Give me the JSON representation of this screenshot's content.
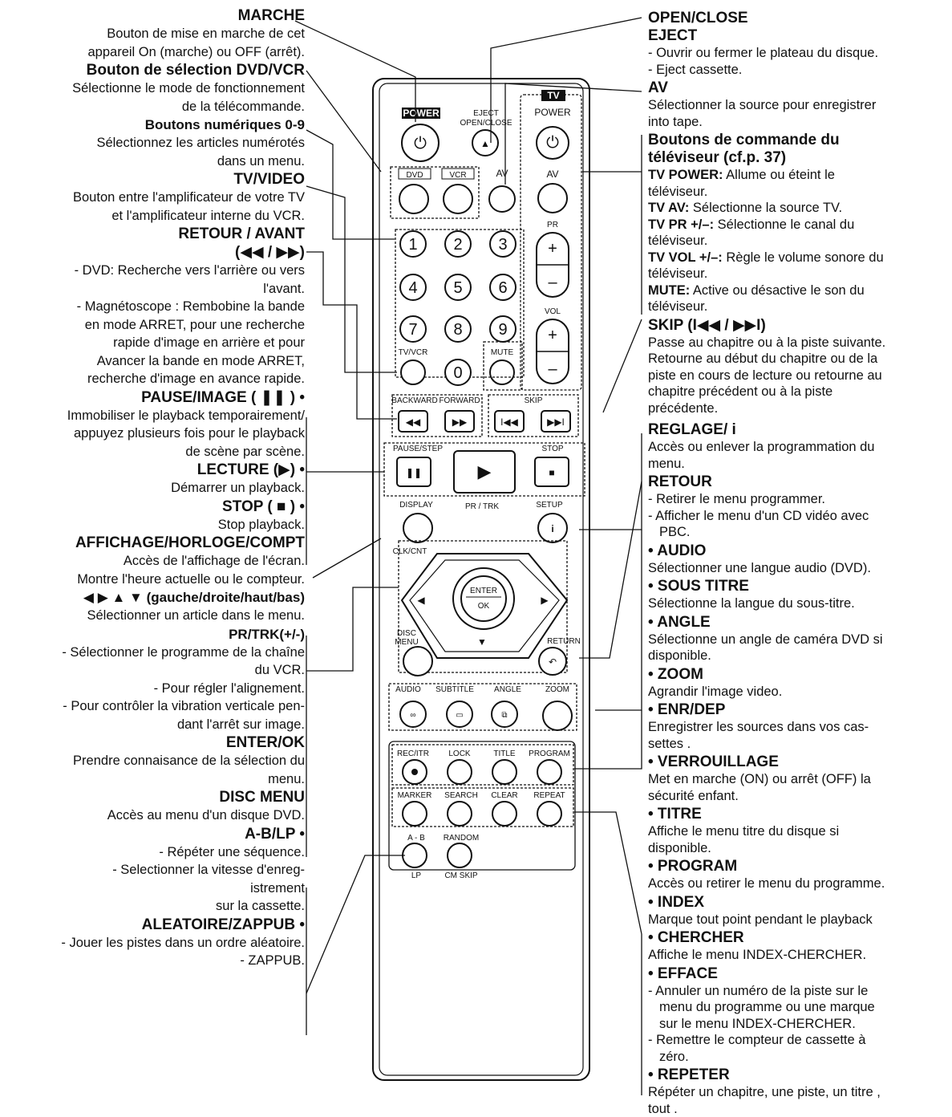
{
  "left": {
    "marche": {
      "title": "MARCHE",
      "lines": [
        "Bouton de mise en marche de cet",
        "appareil On (marche) ou OFF (arrêt)."
      ]
    },
    "selection": {
      "title": "Bouton de sélection DVD/VCR",
      "lines": [
        "Sélectionne le mode de fonctionnement",
        "de la télécommande."
      ]
    },
    "numeriques": {
      "title": "Boutons numériques 0-9",
      "lines": [
        "Sélectionnez les articles numérotés",
        "dans un menu."
      ]
    },
    "tvvideo": {
      "title": "TV/VIDEO",
      "lines": [
        "Bouton entre l'amplificateur de votre TV",
        "et l'amplificateur interne du VCR."
      ]
    },
    "retour_avant": {
      "title": "RETOUR / AVANT",
      "title2": "(◀◀ / ▶▶)",
      "lines": [
        "- DVD: Recherche vers l'arrière ou vers",
        "l'avant.",
        "- Magnétoscope : Rembobine la bande",
        "en mode ARRET, pour une recherche",
        "rapide d'image en arrière et pour",
        "Avancer la bande en mode ARRET,",
        "recherche d'image en avance rapide."
      ]
    },
    "pause": {
      "title": "PAUSE/IMAGE ( ❚❚ ) •",
      "lines": [
        "Immobiliser le playback temporairement/",
        "appuyez plusieurs fois pour le playback",
        "de scène par scène."
      ]
    },
    "lecture": {
      "title": "LECTURE (▶) •",
      "lines": [
        "Démarrer un playback."
      ]
    },
    "stop": {
      "title": "STOP ( ■ ) •",
      "lines": [
        "Stop playback."
      ]
    },
    "affichage": {
      "title": "AFFICHAGE/HORLOGE/COMPT",
      "lines": [
        "Accès de l'affichage de l'écran.",
        "Montre l'heure actuelle ou le compteur."
      ]
    },
    "fleches": {
      "title": "◀ ▶ ▲ ▼ (gauche/droite/haut/bas)",
      "lines": [
        "Sélectionner un article dans le menu."
      ]
    },
    "prtrk": {
      "title": "PR/TRK(+/-)",
      "lines": [
        "- Sélectionner le programme de la chaîne",
        "du VCR.",
        "- Pour régler l'alignement.",
        "- Pour contrôler la vibration verticale pen-",
        "dant l'arrêt sur image."
      ]
    },
    "enter": {
      "title": "ENTER/OK",
      "lines": [
        "Prendre connaisance de la sélection du",
        "menu."
      ]
    },
    "discmenu": {
      "title": "DISC MENU",
      "lines": [
        "Accès au menu d'un disque DVD."
      ]
    },
    "ablp": {
      "title": "A-B/LP •",
      "lines": [
        "- Répéter une séquence.",
        "- Selectionner la vitesse d'enreg-",
        "istrement",
        "sur la cassette."
      ]
    },
    "aleatoire": {
      "title": "ALEATOIRE/ZAPPUB •",
      "lines": [
        "- Jouer les pistes dans un ordre aléatoire.",
        "- ZAPPUB."
      ]
    }
  },
  "right": {
    "openclose": {
      "title": "OPEN/CLOSE",
      "title2": "EJECT",
      "lines": [
        "- Ouvrir ou fermer le plateau du disque.",
        "- Eject cassette."
      ]
    },
    "av": {
      "title": "AV",
      "lines": [
        "Sélectionner la source pour enregistrer",
        "into tape."
      ]
    },
    "tvcmd": {
      "title": "Boutons de commande du",
      "title2": "téléviseur (cf.p. 37)",
      "items": [
        {
          "k": "TV POWER:",
          "v": " Allume ou éteint le",
          "v2": "téléviseur."
        },
        {
          "k": "TV AV:",
          "v": " Sélectionne la source TV.",
          "v2": ""
        },
        {
          "k": "TV PR +/–:",
          "v": " Sélectionne le canal du",
          "v2": "téléviseur."
        },
        {
          "k": "TV VOL +/–:",
          "v": " Règle le volume sonore du",
          "v2": "téléviseur."
        },
        {
          "k": "MUTE:",
          "v": " Active ou désactive le son du",
          "v2": "téléviseur."
        }
      ]
    },
    "skip": {
      "title": "SKIP (I◀◀ / ▶▶I)",
      "lines": [
        "Passe au chapitre ou à la piste suivante.",
        "Retourne au début du chapitre ou de la",
        "piste en cours de lecture ou retourne au",
        "chapitre précédent ou à la piste",
        "précédente."
      ]
    },
    "reglage": {
      "title": "REGLAGE/ i",
      "lines": [
        "Accès ou enlever la programmation du",
        "menu."
      ]
    },
    "retour": {
      "title": "RETOUR",
      "lines": [
        "- Retirer le menu programmer.",
        "- Afficher le menu d'un CD vidéo avec",
        "PBC."
      ]
    },
    "audio": {
      "title": "• AUDIO",
      "lines": [
        "Sélectionner une langue audio (DVD)."
      ]
    },
    "soustitre": {
      "title": "• SOUS TITRE",
      "lines": [
        "Sélectionne la langue du sous-titre."
      ]
    },
    "angle": {
      "title": "• ANGLE",
      "lines": [
        "Sélectionne un angle de caméra DVD si",
        "disponible."
      ]
    },
    "zoom": {
      "title": "• ZOOM",
      "lines": [
        "Agrandir l'image video."
      ]
    },
    "enr": {
      "title": "• ENR/DEP",
      "lines": [
        "Enregistrer les sources dans vos cas-",
        "settes ."
      ]
    },
    "verrou": {
      "title": "• VERROUILLAGE",
      "lines": [
        "Met en marche (ON) ou arrêt (OFF) la",
        "sécurité enfant."
      ]
    },
    "titre": {
      "title": "• TITRE",
      "lines": [
        "Affiche le menu titre du disque si",
        "disponible."
      ]
    },
    "program": {
      "title": "• PROGRAM",
      "lines": [
        "Accès ou retirer le menu du programme."
      ]
    },
    "index": {
      "title": "• INDEX",
      "lines": [
        "Marque tout point pendant le playback"
      ]
    },
    "chercher": {
      "title": "• CHERCHER",
      "lines": [
        "Affiche le menu INDEX-CHERCHER."
      ]
    },
    "efface": {
      "title": "• EFFACE",
      "lines": [
        "- Annuler un numéro de la piste sur le",
        "menu du programme ou une marque",
        "sur le menu INDEX-CHERCHER.",
        "- Remettre le compteur de cassette à",
        "zéro."
      ]
    },
    "repeter": {
      "title": "• REPETER",
      "lines": [
        "Répéter un chapitre, une piste, un titre ,",
        "tout ."
      ]
    }
  },
  "remote": {
    "power": "POWER",
    "eject": "EJECT",
    "openclose": "OPEN/CLOSE",
    "tv": "TV",
    "tvpower": "POWER",
    "dvd": "DVD",
    "vcr": "VCR",
    "av": "AV",
    "tvav": "AV",
    "pr": "PR",
    "vol": "VOL",
    "mute": "MUTE",
    "tvvcr": "TV/VCR",
    "digits": [
      "1",
      "2",
      "3",
      "4",
      "5",
      "6",
      "7",
      "8",
      "9",
      "0"
    ],
    "backward": "BACKWARD",
    "forward": "FORWARD",
    "skip": "SKIP",
    "pausestep": "PAUSE/STEP",
    "stop": "STOP",
    "display": "DISPLAY",
    "prtrk": "PR / TRK",
    "setup": "SETUP",
    "clkcnt": "CLK/CNT",
    "enter": "ENTER",
    "ok": "OK",
    "disc": "DISC",
    "menu": "MENU",
    "return": "RETURN",
    "audio": "AUDIO",
    "subtitle": "SUBTITLE",
    "angle": "ANGLE",
    "zoom": "ZOOM",
    "recitr": "REC/ITR",
    "lock": "LOCK",
    "title": "TITLE",
    "program": "PROGRAM",
    "marker": "MARKER",
    "search": "SEARCH",
    "clear": "CLEAR",
    "repeat": "REPEAT",
    "ab": "A - B",
    "random": "RANDOM",
    "lp": "LP",
    "cmskip": "CM SKIP"
  }
}
